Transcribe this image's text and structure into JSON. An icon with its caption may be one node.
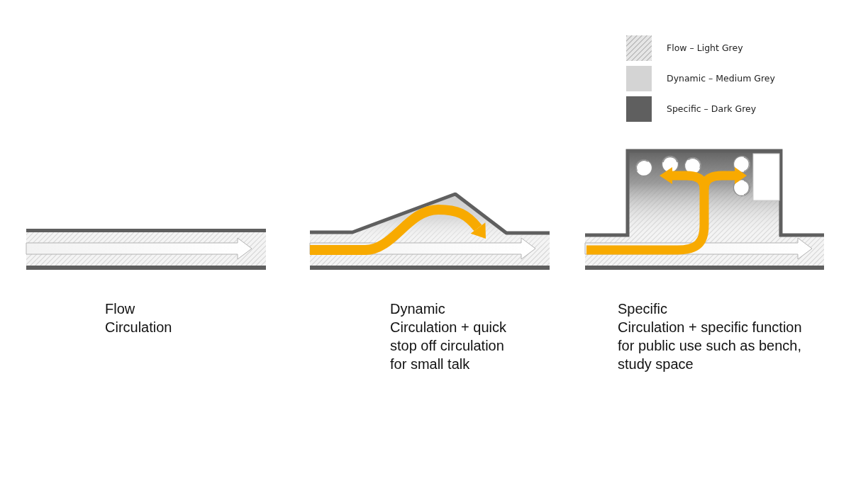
{
  "diagram": {
    "labels": [
      "Flow",
      "Circulation",
      "Dynamic",
      "Circulation + quick stop off circulation for small talk",
      "Specific",
      "Circulation + specific function for public use such as bench, study space"
    ],
    "legend": [
      {
        "text": "Flow – Light Grey"
      },
      {
        "text": "Dynamic – Medium Grey",
        "color": "#d4d4d4"
      },
      {
        "text": "Specific – Dark Grey",
        "color": "#5f5f5f"
      }
    ]
  }
}
